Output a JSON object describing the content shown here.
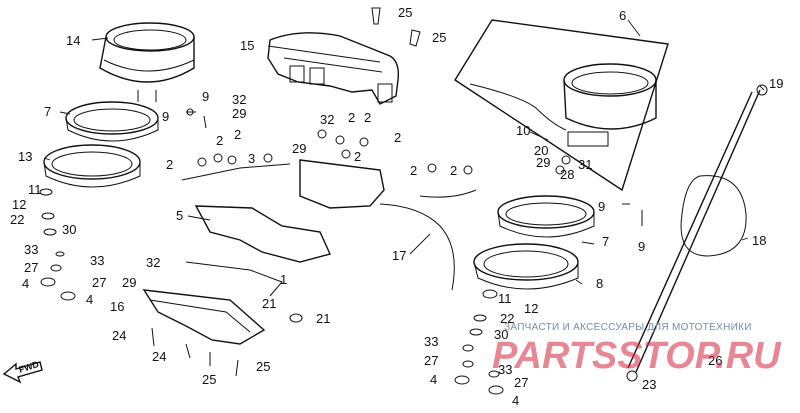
{
  "labels": {
    "p1": "1",
    "p2a": "2",
    "p2b": "2",
    "p2c": "2",
    "p2d": "2",
    "p2e": "2",
    "p2f": "2",
    "p2g": "2",
    "p3": "3",
    "p4a": "4",
    "p4b": "4",
    "p5": "5",
    "p6": "6",
    "p7a": "7",
    "p7b": "7",
    "p8": "8",
    "p9a": "9",
    "p9b": "9",
    "p9c": "9",
    "p10": "10",
    "p11a": "11",
    "p11b": "11",
    "p12a": "12",
    "p12b": "12",
    "p13": "13",
    "p14": "14",
    "p15": "15",
    "p16": "16",
    "p17": "17",
    "p18": "18",
    "p19": "19",
    "p20": "20",
    "p21a": "21",
    "p21b": "21",
    "p22a": "22",
    "p22b": "22",
    "p23": "23",
    "p24a": "24",
    "p24b": "24",
    "p25a": "25",
    "p25b": "25",
    "p25c": "25",
    "p25d": "25",
    "p26": "26",
    "p27a": "27",
    "p27b": "27",
    "p27c": "27",
    "p27d": "27",
    "p28": "28",
    "p29a": "29",
    "p29b": "29",
    "p29c": "29",
    "p30a": "30",
    "p30b": "30",
    "p31": "31",
    "p32a": "32",
    "p32b": "32",
    "p32c": "32",
    "p33a": "33",
    "p33b": "33",
    "p33c": "33",
    "p33d": "33"
  },
  "fwd_label": "FWD",
  "watermark": {
    "caption": "ЗАПЧАСТИ И АКСЕССУАРЫ ДЛЯ МОТОТЕХНИКИ",
    "logo": "PARTSSTOP.RU"
  }
}
